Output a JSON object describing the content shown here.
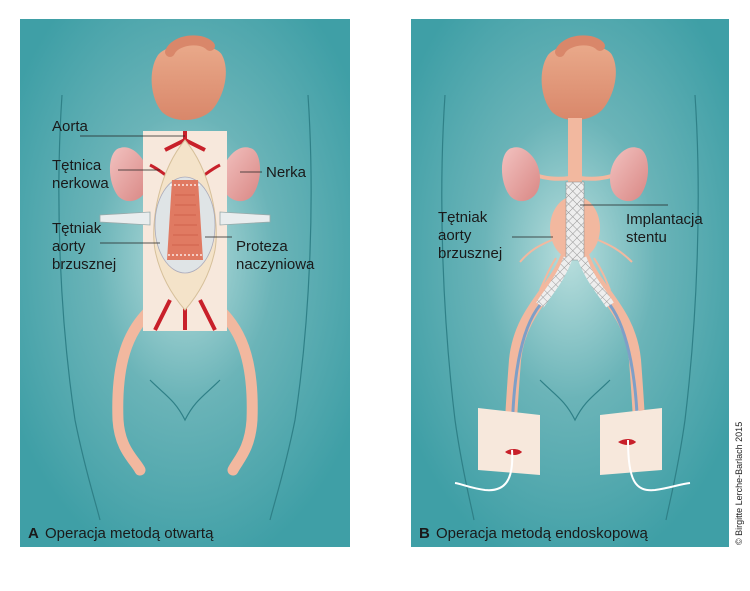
{
  "panel_a": {
    "letter": "A",
    "caption": "Operacja metodą otwartą",
    "labels": {
      "aorta": "Aorta",
      "renal_artery_1": "Tętnica",
      "renal_artery_2": "nerkowa",
      "kidney": "Nerka",
      "aneurysm_1": "Tętniak",
      "aneurysm_2": "aorty",
      "aneurysm_3": "brzusznej",
      "prosthesis_1": "Proteza",
      "prosthesis_2": "naczyniowa"
    }
  },
  "panel_b": {
    "letter": "B",
    "caption": "Operacja metodą endoskopową",
    "labels": {
      "aneurysm_1": "Tętniak",
      "aneurysm_2": "aorty",
      "aneurysm_3": "brzusznej",
      "stent_1": "Implantacja",
      "stent_2": "stentu"
    }
  },
  "copyright": "© Birgitte Lerche-Barlach 2015",
  "colors": {
    "panel_bg": "#3f9fa6",
    "panel_glow": "#86c6c9",
    "organ": "#e59a7c",
    "kidney": "#e8a8a4",
    "vessel": "#f2b89f",
    "artery_red": "#c8202a",
    "skin_patch": "#f7e8dc"
  }
}
